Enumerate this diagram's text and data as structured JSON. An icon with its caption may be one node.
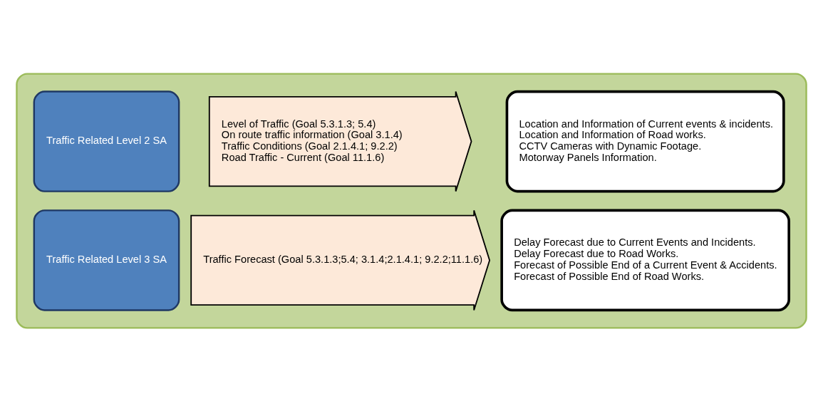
{
  "diagram": {
    "nodes": [
      {
        "text": [],
        "shape": "box"
      },
      {
        "text": [
          "Traffic Related Level 2 SA"
        ],
        "in": 0
      },
      {
        "text": [
          "Level of Traffic (Goal 5.3.1.3; 5.4)",
          "On route traffic information (Goal 3.1.4)",
          "Traffic Conditions (Goal 2.1.4.1; 9.2.2)",
          "Road Traffic - Current (Goal 11.1.6)"
        ],
        "in": 0
      },
      {
        "text": [
          "Location and Information of Current events & incidents.",
          "Location and Information of Road works.",
          "CCTV Cameras with Dynamic Footage.",
          "Motorway Panels Information."
        ],
        "in": 0
      },
      {
        "text": [
          "Traffic Related Level 3 SA"
        ],
        "in": 0
      },
      {
        "text": [
          "Traffic Forecast (Goal 5.3.1.3;5.4; 3.1.4;2.1.4.1; 9.2.2;11.1.6)"
        ],
        "in": 0
      },
      {
        "text": [
          "Delay Forecast due to Current Events and Incidents.",
          "Delay Forecast due to Road Works.",
          "Forecast of Possible End of a Current Event & Accidents.",
          "Forecast of Possible End of Road Works."
        ],
        "in": 0
      }
    ]
  }
}
